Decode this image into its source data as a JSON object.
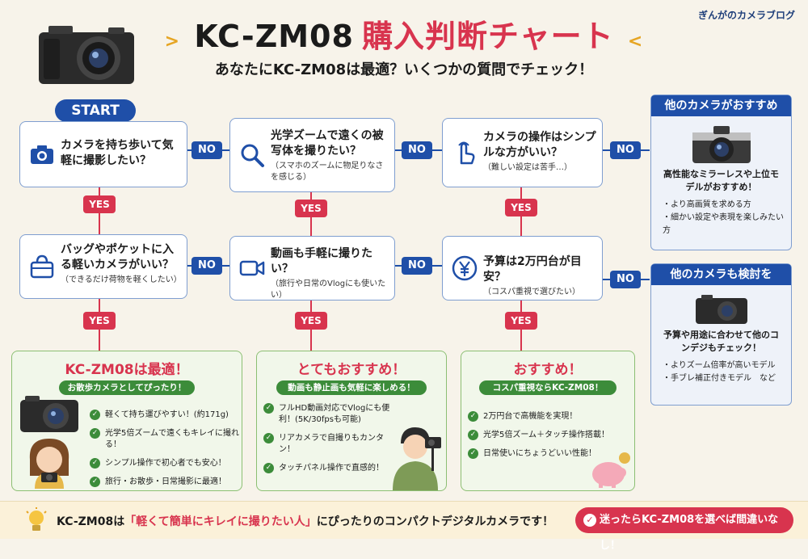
{
  "header": {
    "brand": "ぎんがのカメラブログ",
    "title_model": "KC-ZM08",
    "title_rest": "購入判断チャート",
    "subtitle": "あなたにKC-ZM08は最適？いくつかの質問でチェック！"
  },
  "start_label": "START",
  "yes_label": "YES",
  "no_label": "NO",
  "questions": {
    "q1": {
      "main": "カメラを持ち歩いて気軽に撮影したい？",
      "icon": "camera-icon"
    },
    "q2": {
      "main": "光学ズームで遠くの被写体を撮りたい？",
      "sub": "（スマホのズームに物足りなさを感じる）",
      "icon": "magnifier-icon"
    },
    "q3": {
      "main": "カメラの操作はシンプルな方がいい？",
      "sub": "（難しい設定は苦手…）",
      "icon": "tap-hand-icon"
    },
    "q4": {
      "main": "バッグやポケットに入る軽いカメラがいい？",
      "sub": "（できるだけ荷物を軽くしたい）",
      "icon": "bag-icon"
    },
    "q5": {
      "main": "動画も手軽に撮りたい？",
      "sub": "（旅行や日常のVlogにも使いたい）",
      "icon": "video-icon"
    },
    "q6": {
      "main": "予算は2万円台が目安？",
      "sub": "（コスパ重視で選びたい）",
      "icon": "yen-icon"
    }
  },
  "side1": {
    "title": "他のカメラがおすすめ",
    "text": "高性能なミラーレスや上位モデルがおすすめ！",
    "list": [
      "・より高画質を求める方",
      "・細かい設定や表現を楽しみたい方"
    ]
  },
  "side2": {
    "title": "他のカメラも検討を",
    "text": "予算や用途に合わせて他のコンデジもチェック！",
    "list": [
      "・よりズーム倍率が高いモデル",
      "・手ブレ補正付きモデル　など"
    ]
  },
  "results": {
    "r1": {
      "title": "KC-ZM08は最適！",
      "badge": "お散歩カメラとしてぴったり！",
      "items": [
        "軽くて持ち運びやすい！(約171g)",
        "光学5倍ズームで遠くもキレイに撮れる！",
        "シンプル操作で初心者でも安心！",
        "旅行・お散歩・日常撮影に最適！"
      ]
    },
    "r2": {
      "title": "とてもおすすめ！",
      "badge": "動画も静止画も気軽に楽しめる！",
      "items": [
        "フルHD動画対応でVlogにも便利！(5K/30fpsも可能)",
        "リアカメラで自撮りもカンタン！",
        "タッチパネル操作で直感的！"
      ]
    },
    "r3": {
      "title": "おすすめ！",
      "badge": "コスパ重視ならKC-ZM08！",
      "items": [
        "2万円台で高機能を実現！",
        "光学5倍ズーム＋タッチ操作搭載！",
        "日常使いにちょうどいい性能！"
      ]
    }
  },
  "footer": {
    "prefix": "KC-ZM08は",
    "highlight": "「軽くて簡単にキレイに撮りたい人」",
    "suffix": "にぴったりのコンパクトデジタルカメラです！",
    "button": "迷ったらKC-ZM08を選べば間違いなし！"
  }
}
